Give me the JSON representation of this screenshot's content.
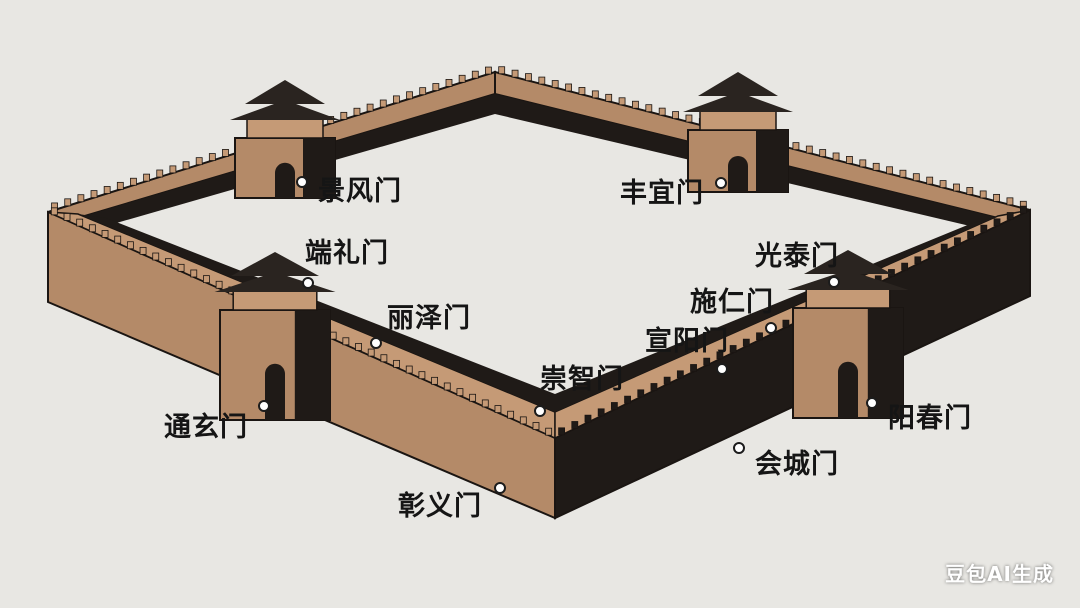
{
  "gates": [
    {
      "key": "jingfeng",
      "label": "景风门"
    },
    {
      "key": "fengyi",
      "label": "丰宜门"
    },
    {
      "key": "duanli",
      "label": "端礼门"
    },
    {
      "key": "guangtai",
      "label": "光泰门"
    },
    {
      "key": "shiren",
      "label": "施仁门"
    },
    {
      "key": "lize",
      "label": "丽泽门"
    },
    {
      "key": "xuanyang",
      "label": "宣阳门"
    },
    {
      "key": "chongzhi",
      "label": "崇智门"
    },
    {
      "key": "tongxuan",
      "label": "通玄门"
    },
    {
      "key": "yangchun",
      "label": "阳春门"
    },
    {
      "key": "huicheng",
      "label": "会城门"
    },
    {
      "key": "zhangyi",
      "label": "彰义门"
    }
  ],
  "watermark": "豆包AI生成",
  "colors": {
    "background": "#e8e7e3",
    "wall_face": "#b48a68",
    "wall_shadow": "#1f1a17",
    "wall_top": "#c59a76",
    "roof": "#2a2420",
    "outline": "#1a1512"
  }
}
